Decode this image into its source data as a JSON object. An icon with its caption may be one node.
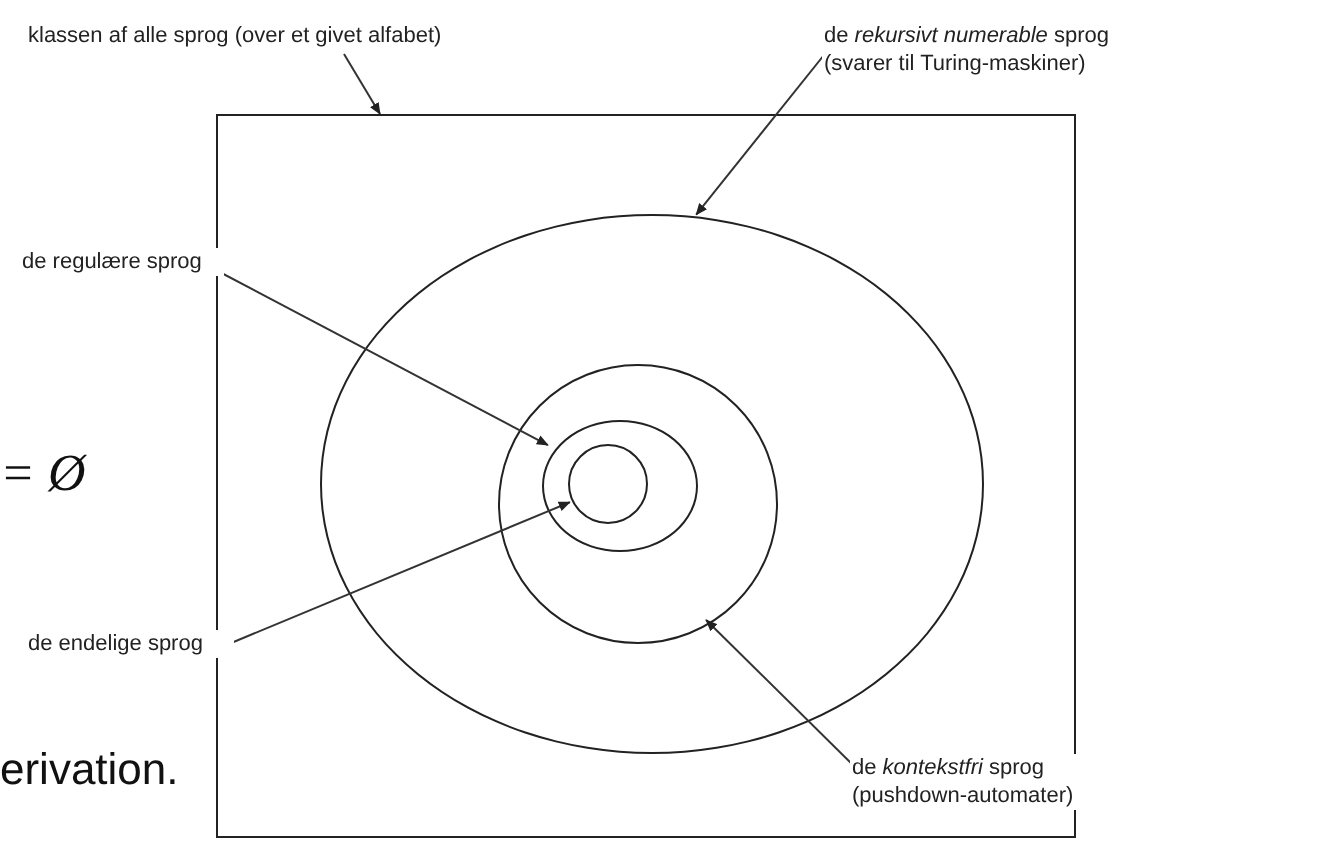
{
  "diagram": {
    "nodes": [
      {
        "text": [
          "klassen af alle sprog (over et givet alfabet)"
        ]
      },
      {
        "text": [],
        "shape": "box"
      },
      {
        "text": [
          "de *rekursivt numerable* sprog (svarer til Turing-maskiner)"
        ]
      },
      {
        "text": [],
        "shape": "circle",
        "in": 1
      },
      {
        "text": [
          "de regulære sprog"
        ]
      },
      {
        "text": [],
        "shape": "circle",
        "in": 3
      },
      {
        "text": [],
        "shape": "circle",
        "in": 5
      },
      {
        "text": [],
        "shape": "circle",
        "in": 6
      },
      {
        "text": [
          "de endelige sprog"
        ]
      },
      {
        "text": [
          "de *kontekstfri* sprog (pushdown-automater)"
        ]
      }
    ],
    "edges": [
      {
        "from": 0,
        "to": 1,
        "arrow": "to"
      },
      {
        "from": 2,
        "to": 3,
        "arrow": "to"
      },
      {
        "from": 4,
        "to": 6,
        "arrow": "to"
      },
      {
        "from": 8,
        "to": 7,
        "arrow": "to"
      },
      {
        "from": 9,
        "to": 5,
        "arrow": "to"
      }
    ],
    "labels": [
      "= Ø",
      "erivation."
    ]
  }
}
